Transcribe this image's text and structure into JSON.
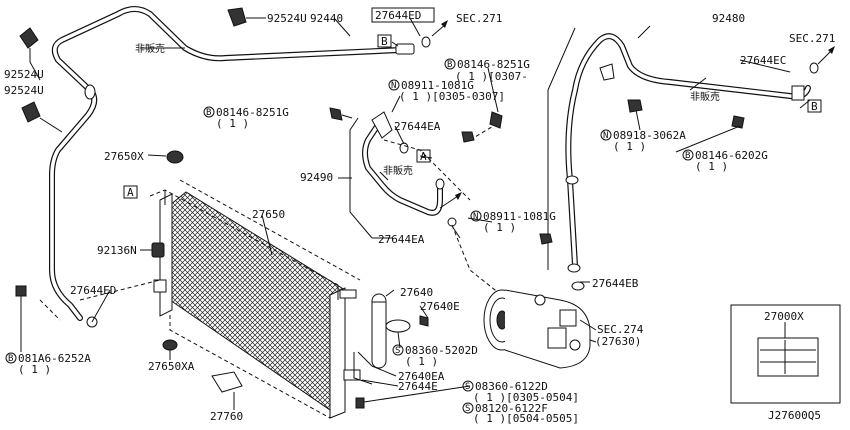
{
  "diagram": {
    "diagram_id": "J27600Q5",
    "labels": {
      "p92524u_top": "92524U",
      "p92440": "92440",
      "p27644ed_top": "27644ED",
      "sec271_left": "SEC.271",
      "box_b_left": "B",
      "hanbai_left": "非販売",
      "p92524u_l1": "92524U",
      "p92524u_l2": "92524U",
      "b_08146_8251g_top": "08146-8251G",
      "b_08146_8251g_top_sub": "( 1 )[0307-",
      "n_08911_1081g_top": "08911-1081G",
      "n_08911_1081g_top_sub": "( 1 )[0305-0307]",
      "b_08146_8251g_mid": "08146-8251G",
      "b_08146_8251g_mid_sub": "( 1 )",
      "p27644ea_top": "27644EA",
      "box_a_mid": "A",
      "p27650x": "27650X",
      "hanbai_mid": "非販売",
      "p92490": "92490",
      "box_a_left": "A",
      "p27650": "27650",
      "n_08911_1081g_mid": "08911-1081G",
      "n_08911_1081g_mid_sub": "( 1 )",
      "p27644ea_bot": "27644EA",
      "p92136n": "92136N",
      "p92480": "92480",
      "sec271_right": "SEC.271",
      "p27644ec": "27644EC",
      "hanbai_right": "非販売",
      "box_b_right": "B",
      "n_08918_3062a": "08918-3062A",
      "n_08918_3062a_sub": "( 1 )",
      "b_08146_6202g": "08146-6202G",
      "b_08146_6202g_sub": "( 1 )",
      "p27644eb": "27644EB",
      "p27644ed_bot": "27644ED",
      "p27640": "27640",
      "p27640e": "27640E",
      "s_08360_5202d": "08360-5202D",
      "s_08360_5202d_sub": "( 1 )",
      "sec274": "SEC.274",
      "sec274_sub": "(27630)",
      "b_081a6_6252a": "081A6-6252A",
      "b_081a6_6252a_sub": "( 1 )",
      "p27650xa": "27650XA",
      "p27640ea": "27640EA",
      "p27644e": "27644E",
      "s_08360_6122d": "08360-6122D",
      "s_08360_6122d_sub": "( 1 )[0305-0504]",
      "s_08120_6122f": "08120-6122F",
      "s_08120_6122f_sub": "( 1 )[0504-0505]",
      "p27760": "27760",
      "p27000x": "27000X",
      "circ_b": "B",
      "circ_n": "N",
      "circ_s": "S"
    }
  }
}
